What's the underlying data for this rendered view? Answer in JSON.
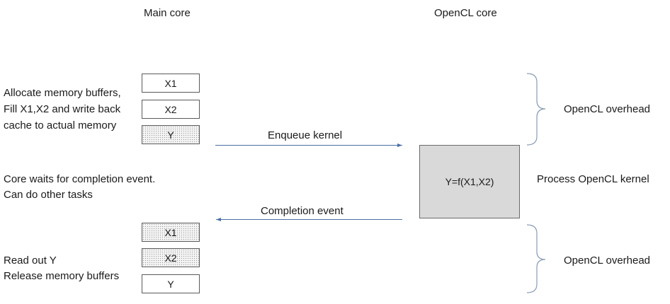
{
  "headers": {
    "main_core": "Main core",
    "opencl_core": "OpenCL core"
  },
  "top_section": {
    "description": [
      "Allocate memory buffers,",
      "Fill X1,X2 and write back",
      "cache to actual memory"
    ],
    "buffers": [
      {
        "label": "X1",
        "style": "plain"
      },
      {
        "label": "X2",
        "style": "plain"
      },
      {
        "label": "Y",
        "style": "dotted"
      }
    ]
  },
  "enqueue_label": "Enqueue kernel",
  "wait_text": [
    "Core waits for completion event.",
    "Can do other tasks"
  ],
  "kernel_box": {
    "label": "Y=f(X1,X2)",
    "color": "#d9d9d9"
  },
  "process_label": "Process OpenCL kernel",
  "completion_label": "Completion event",
  "bottom_section": {
    "description": [
      "Read out Y",
      "Release memory buffers"
    ],
    "buffers": [
      {
        "label": "X1",
        "style": "dotted"
      },
      {
        "label": "X2",
        "style": "dotted"
      },
      {
        "label": "Y",
        "style": "plain"
      }
    ]
  },
  "overhead_top": "OpenCL overhead",
  "overhead_bottom": "OpenCL overhead",
  "colors": {
    "arrow": "#4a6fa5",
    "brace": "#8a9bb5"
  }
}
